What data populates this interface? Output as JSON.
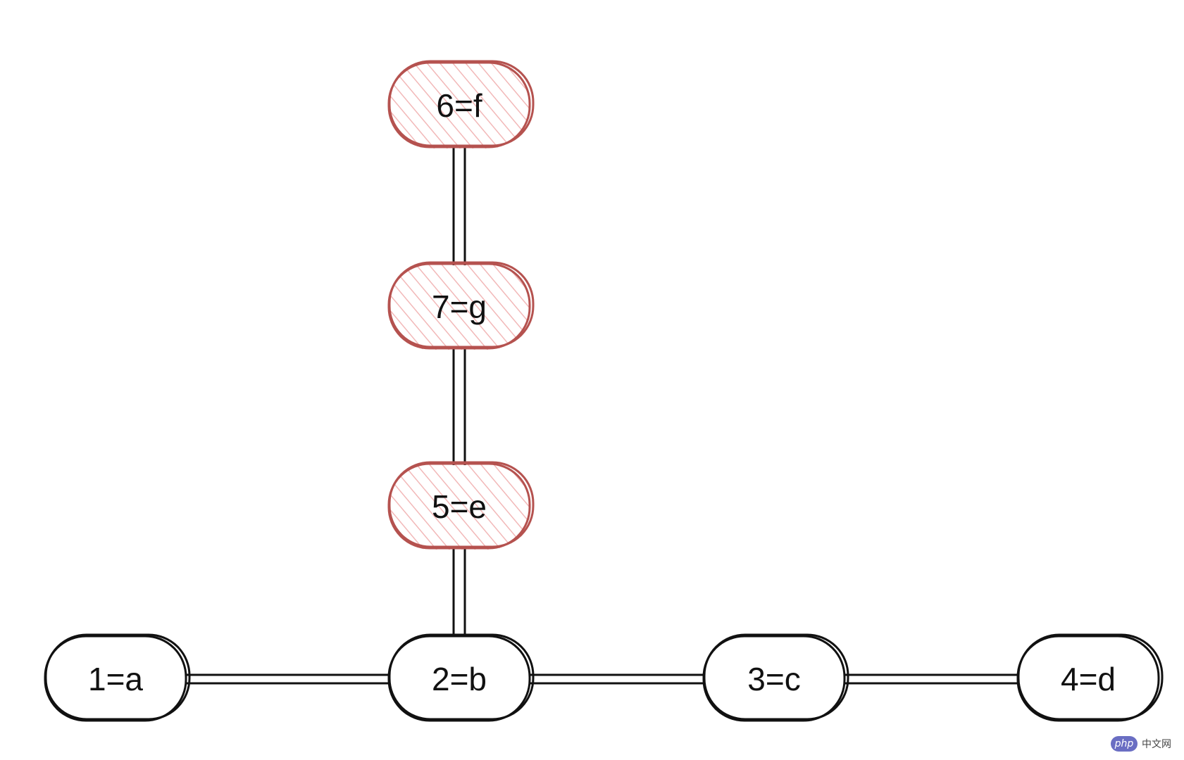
{
  "diagram": {
    "nodes": [
      {
        "id": "n1",
        "label": "1=a",
        "highlight": false
      },
      {
        "id": "n2",
        "label": "2=b",
        "highlight": false
      },
      {
        "id": "n3",
        "label": "3=c",
        "highlight": false
      },
      {
        "id": "n4",
        "label": "4=d",
        "highlight": false
      },
      {
        "id": "n5",
        "label": "5=e",
        "highlight": true
      },
      {
        "id": "n6",
        "label": "6=f",
        "highlight": true
      },
      {
        "id": "n7",
        "label": "7=g",
        "highlight": true
      }
    ],
    "edges": [
      {
        "from": "n1",
        "to": "n2"
      },
      {
        "from": "n2",
        "to": "n3"
      },
      {
        "from": "n3",
        "to": "n4"
      },
      {
        "from": "n2",
        "to": "n5"
      },
      {
        "from": "n5",
        "to": "n7"
      },
      {
        "from": "n7",
        "to": "n6"
      }
    ],
    "colors": {
      "stroke": "#111111",
      "highlight_stroke": "#b5524f",
      "highlight_hatch": "#f2b8b8"
    }
  },
  "watermark": {
    "logo": "php",
    "text": "中文网"
  }
}
